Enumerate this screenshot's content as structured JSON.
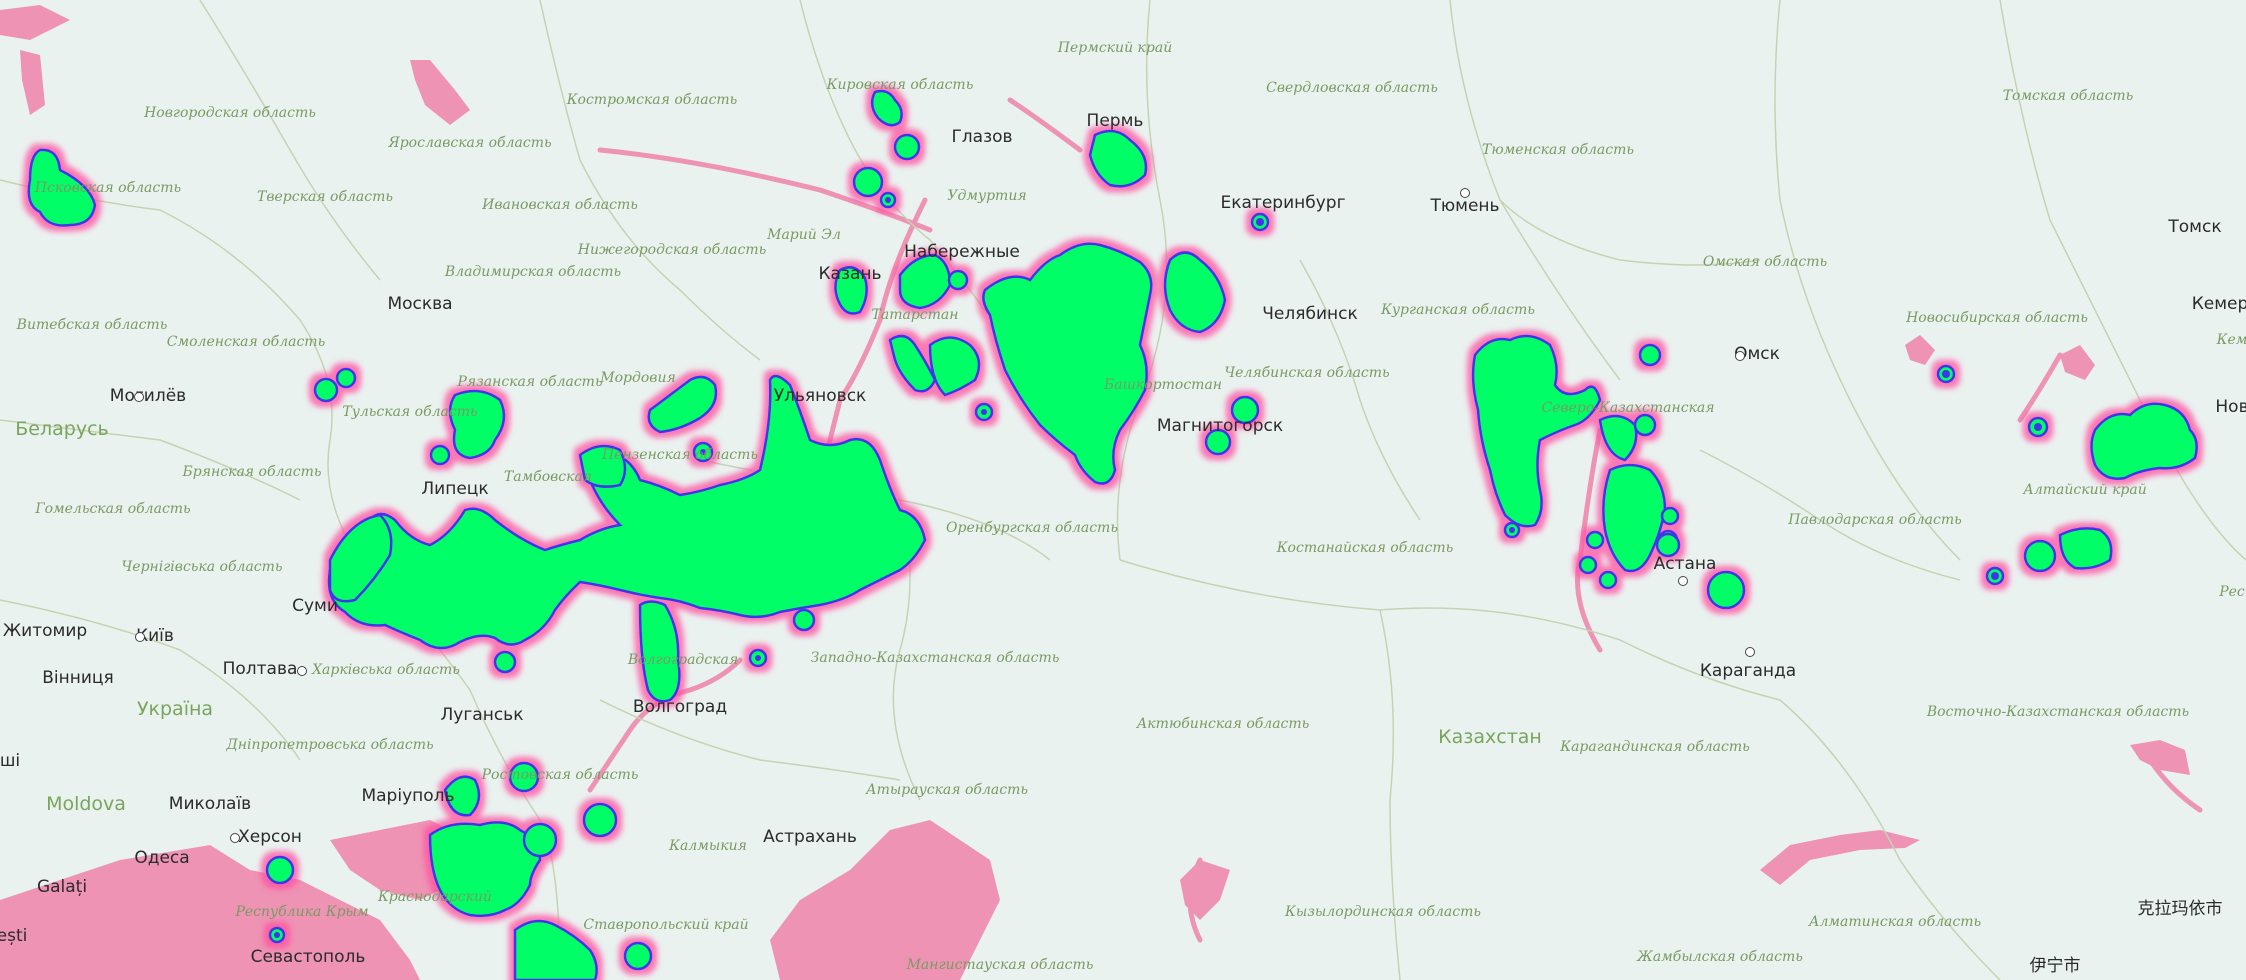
{
  "colors": {
    "land": "#eaf2f0",
    "water": "#ee93b4",
    "border": "#c4d3b2",
    "blob_fill": "#00ff66",
    "blob_edge": "#4433ee",
    "blob_halo": "#ff4fa0"
  },
  "country_labels": [
    "Беларусь",
    "Україна",
    "Moldova",
    "Казахстан"
  ],
  "city_labels": [
    "Москва",
    "Могилёв",
    "Липецк",
    "Суми",
    "Житомир",
    "Київ",
    "Вінниця",
    "Полтава",
    "Луганськ",
    "Миколаїв",
    "Херсон",
    "Одеса",
    "Galați",
    "Севастополь",
    "Маріуполь",
    "Волгоград",
    "Астрахань",
    "Ульяновск",
    "Казань",
    "Набережные",
    "Глазов",
    "Пермь",
    "Екатеринбург",
    "Тюмень",
    "Челябинск",
    "Магнитогорск",
    "Омск",
    "Астана",
    "Караганда",
    "Томск",
    "Кемер",
    "Нов",
    "克拉玛依市",
    "伊宁市",
    "ești",
    "ші"
  ],
  "region_labels": [
    "Новгородская область",
    "Псковская область",
    "Тверская область",
    "Ярославская область",
    "Костромская область",
    "Ивановская область",
    "Владимирская область",
    "Нижегородская область",
    "Кировская область",
    "Пермский край",
    "Свердловская область",
    "Марий Эл",
    "Удмуртия",
    "Татарстан",
    "Витебская область",
    "Смоленская область",
    "Рязанская область",
    "Тульская область",
    "Брянская область",
    "Гомельская область",
    "Чернігівська область",
    "Тамбовская",
    "Мордовия",
    "Пензенская область",
    "Оренбургская область",
    "Башкортостан",
    "Челябинская область",
    "Курганская область",
    "Тюменская область",
    "Омская область",
    "Северо-Казахстанская",
    "Новосибирская область",
    "Томская область",
    "Алтайский край",
    "Павлодарская область",
    "Костанайская область",
    "Харківська область",
    "Дніпропетровська область",
    "Волгоградская",
    "Ростовская область",
    "Западно-Казахстанская область",
    "Актюбинская область",
    "Атырауская область",
    "Калмыкия",
    "Республика Крым",
    "Краснодарский",
    "Ставропольский край",
    "Мангистауская область",
    "Кызылординская область",
    "Карагандинская область",
    "Восточно-Казахстанская область",
    "Алматинская область",
    "Жамбылская область",
    "Кем",
    "Рес"
  ]
}
